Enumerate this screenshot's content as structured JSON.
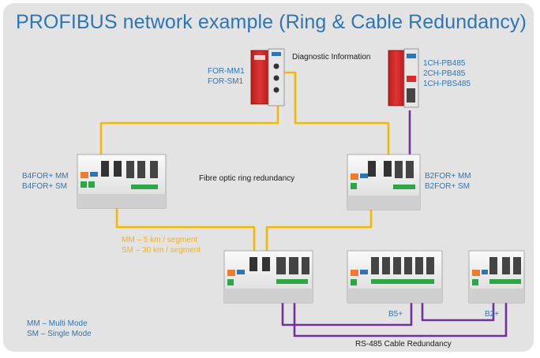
{
  "title": "PROFIBUS network example (Ring & Cable Redundancy)",
  "top_left_device": {
    "lines": [
      "FOR-MM1",
      "FOR-SM1"
    ]
  },
  "diagnostic_label": "Diagnostic Information",
  "top_right_device": {
    "lines": [
      "1CH-PB485",
      "2CH-PB485",
      "1CH-PBS485"
    ]
  },
  "left_module": {
    "lines": [
      "B4FOR+ MM",
      "B4FOR+ SM"
    ]
  },
  "right_module": {
    "lines": [
      "B2FOR+ MM",
      "B2FOR+ SM"
    ]
  },
  "ring_label": "Fibre optic ring redundancy",
  "segment_info": [
    "MM – 5 km / segment",
    "SM – 30 km / segment"
  ],
  "b5_label": "B5+",
  "b2_label": "B2+",
  "legend": [
    "MM – Multi Mode",
    "SM – Single Mode"
  ],
  "rs485_label": "RS-485 Cable Redundancy",
  "colors": {
    "title": "#2e75b6",
    "fibre": "#f5b800",
    "rs485": "#7030a0",
    "device_red": "#d62b2b",
    "panel_bg": "#e3e3e3"
  }
}
